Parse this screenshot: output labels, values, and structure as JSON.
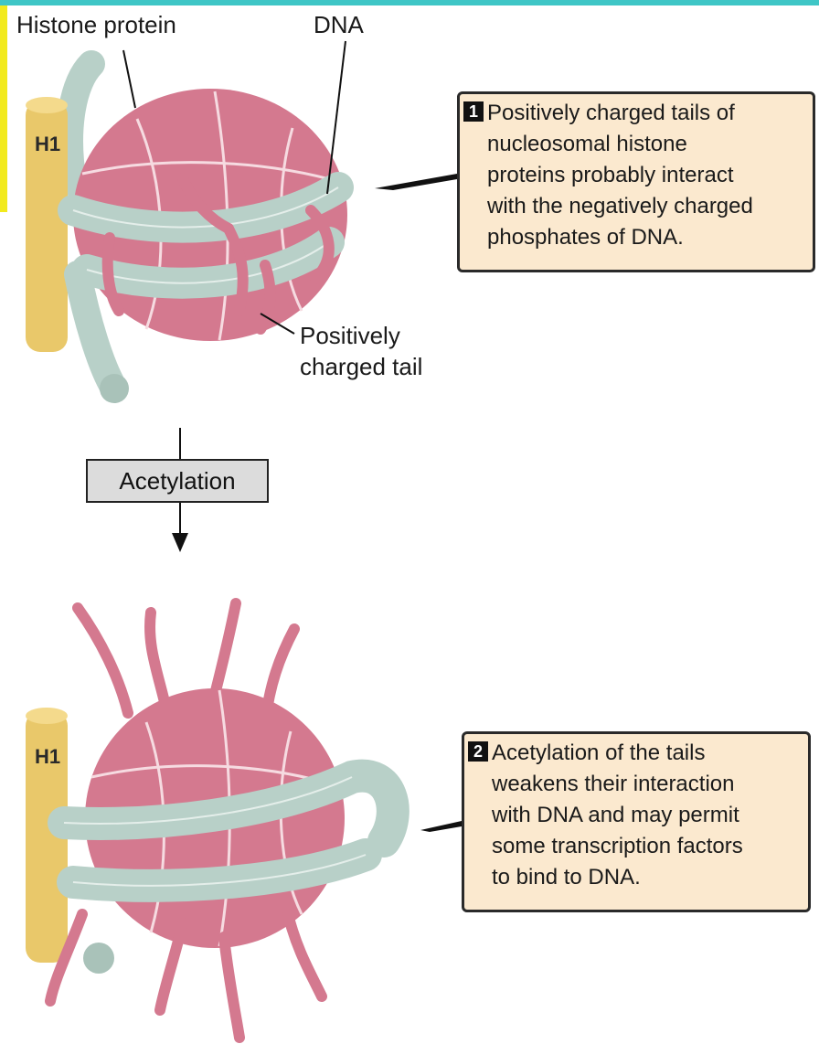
{
  "labels": {
    "histone_protein": "Histone protein",
    "dna": "DNA",
    "h1_top": "H1",
    "h1_bottom": "H1",
    "positively_charged_tail": [
      "Positively",
      "charged tail"
    ]
  },
  "step": {
    "label": "Acetylation"
  },
  "callouts": [
    {
      "number": "1",
      "lines": [
        "Positively charged tails of",
        "nucleosomal histone",
        "proteins probably interact",
        "with the negatively charged",
        "phosphates of DNA."
      ]
    },
    {
      "number": "2",
      "lines": [
        "Acetylation of the tails",
        "weakens their interaction",
        "with DNA and may permit",
        "some transcription factors",
        "to bind to DNA."
      ]
    }
  ],
  "colors": {
    "histone": "#d4798f",
    "histone_line": "#f6dbe1",
    "dna": "#b8d0c8",
    "h1": "#e9c86a",
    "callout_bg": "#fbe9cf",
    "top_bar": "#3fc6c6",
    "left_bar": "#f2ea1d"
  }
}
